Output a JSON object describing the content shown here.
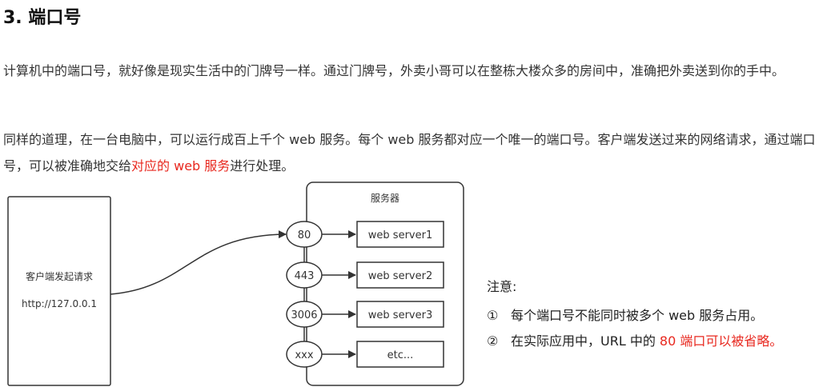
{
  "heading": "3. 端口号",
  "paragraph1": "计算机中的端口号，就好像是现实生活中的门牌号一样。通过门牌号，外卖小哥可以在整栋大楼众多的房间中，准确把外卖送到你的手中。",
  "paragraph2": {
    "before": "同样的道理，在一台电脑中，可以运行成百上千个 web 服务。每个 web 服务都对应一个唯一的端口号。客户端发送过来的网络请求，通过端口号，可以被准确地交给",
    "highlight": "对应的 web 服务",
    "after": "进行处理。"
  },
  "diagram": {
    "client_label": "客户端发起请求",
    "client_url": "http://127.0.0.1",
    "server_title": "服务器",
    "rows": [
      {
        "port": "80",
        "service": "web server1"
      },
      {
        "port": "443",
        "service": "web server2"
      },
      {
        "port": "3006",
        "service": "web server3"
      },
      {
        "port": "xxx",
        "service": "etc..."
      }
    ]
  },
  "notes": {
    "title": "注意:",
    "items": [
      {
        "num": "①",
        "text": "每个端口号不能同时被多个 web 服务占用。",
        "highlight": ""
      },
      {
        "num": "②",
        "text": "在实际应用中，URL 中的 ",
        "highlight": "80 端口可以被省略。"
      }
    ]
  },
  "colors": {
    "accent_red": "#e8281f",
    "line": "#333333"
  }
}
